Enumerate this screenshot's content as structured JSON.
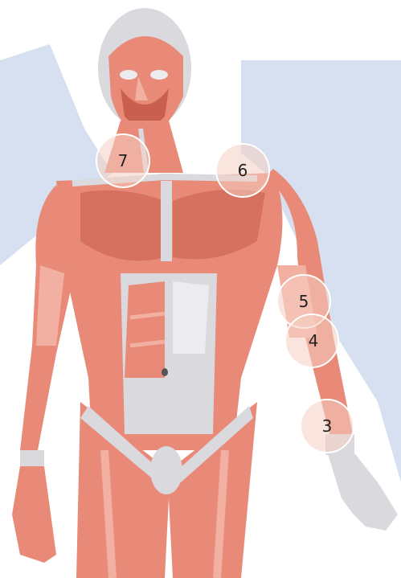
{
  "colors": {
    "background": "#ffffff",
    "panel": "#d6e0f0",
    "muscle": "#e98a78",
    "muscle_light": "#f2b0a3",
    "muscle_dark": "#c9604f",
    "tendon": "#d9d9de",
    "tendon_light": "#ececef",
    "marker_fill": "#f6cfc3",
    "marker_stroke": "#ffffff"
  },
  "markers": [
    {
      "id": "7",
      "label": "7"
    },
    {
      "id": "6",
      "label": "6"
    },
    {
      "id": "5",
      "label": "5"
    },
    {
      "id": "4",
      "label": "4"
    },
    {
      "id": "3",
      "label": "3"
    }
  ]
}
